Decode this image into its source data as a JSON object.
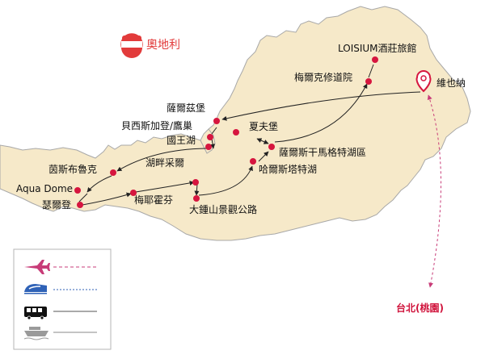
{
  "map": {
    "title": "奧地利",
    "colors": {
      "land": "#f6e9c9",
      "border": "#a8a8a8",
      "stop": "#d6163f",
      "route": "#222222",
      "flight": "#c83c78",
      "train": "#2f62b7",
      "title": "#e23b3b",
      "flag_red": "#e23b3b"
    },
    "places": {
      "loisium": "LOISIUM酒莊旅館",
      "melk": "梅爾克修道院",
      "vienna": "維也納",
      "salzburg": "薩爾茲堡",
      "berchtesgaden": "貝西斯加登/鷹巢",
      "koenigssee": "國王湖",
      "schafberg": "夏夫堡",
      "salzkammergut": "薩爾斯干馬格特湖區",
      "hallstatt": "哈爾斯塔特湖",
      "innsbruck": "茵斯布魯克",
      "zell_am_see": "湖畔采爾",
      "aqua_dome": "Aqua Dome",
      "soelden": "瑟爾登",
      "mayrhofen": "梅耶霍芬",
      "grossglockner": "大鍾山景觀公路",
      "taipei": "台北(桃園)"
    },
    "legend": {
      "items": [
        {
          "icon": "airplane-icon",
          "line": "dashed",
          "color": "#c83c78"
        },
        {
          "icon": "train-icon",
          "line": "dotted",
          "color": "#2f62b7"
        },
        {
          "icon": "bus-icon",
          "line": "solid",
          "color": "#555555"
        },
        {
          "icon": "ship-icon",
          "line": "solid",
          "color": "#888888"
        }
      ]
    }
  }
}
